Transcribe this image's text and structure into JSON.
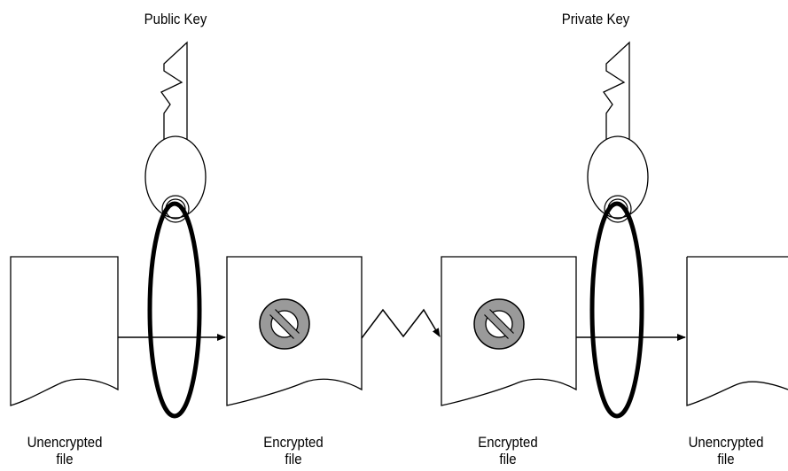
{
  "keys": {
    "public": {
      "label": "Public Key"
    },
    "private": {
      "label": "Private Key"
    }
  },
  "files": [
    {
      "line1": "Unencrypted",
      "line2": "file",
      "state": "unencrypted"
    },
    {
      "line1": "Encrypted",
      "line2": "file",
      "state": "encrypted"
    },
    {
      "line1": "Encrypted",
      "line2": "file",
      "state": "encrypted"
    },
    {
      "line1": "Unencrypted",
      "line2": "file",
      "state": "unencrypted"
    }
  ],
  "colors": {
    "lock_fill": "#9a9a9a",
    "stroke": "#000000"
  },
  "icons": {
    "lock": "no-entry-icon",
    "key": "key-icon"
  }
}
